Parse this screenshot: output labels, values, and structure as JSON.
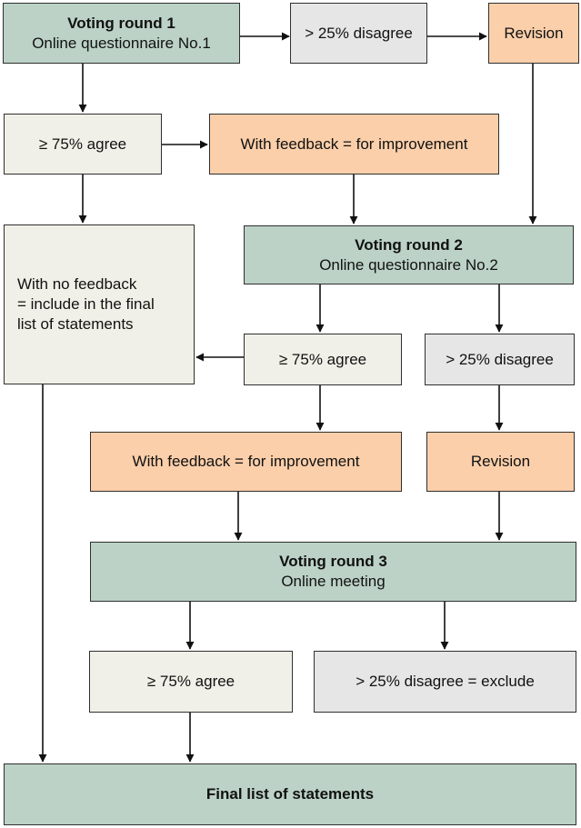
{
  "vr1": {
    "title": "Voting round 1",
    "subtitle": "Online questionnaire No.1"
  },
  "vr1_disagree": "> 25% disagree",
  "vr1_revision": "Revision",
  "vr1_agree": "≥ 75% agree",
  "vr1_feedback": "With feedback = for improvement",
  "no_feedback": {
    "line1": "With no feedback",
    "line2": "= include in the final",
    "line3": "list of statements"
  },
  "vr2": {
    "title": "Voting round 2",
    "subtitle": "Online questionnaire No.2"
  },
  "vr2_agree": "≥ 75% agree",
  "vr2_disagree": "> 25% disagree",
  "vr2_feedback": "With feedback = for improvement",
  "vr2_revision": "Revision",
  "vr3": {
    "title": "Voting round 3",
    "subtitle": "Online meeting"
  },
  "vr3_agree": "≥ 75% agree",
  "vr3_exclude": "> 25% disagree = exclude",
  "final": "Final list of statements",
  "colors": {
    "green": "#bcd2c6",
    "cream": "#f1f0e8",
    "orange": "#fbcfaa",
    "grey": "#e6e6e6"
  }
}
